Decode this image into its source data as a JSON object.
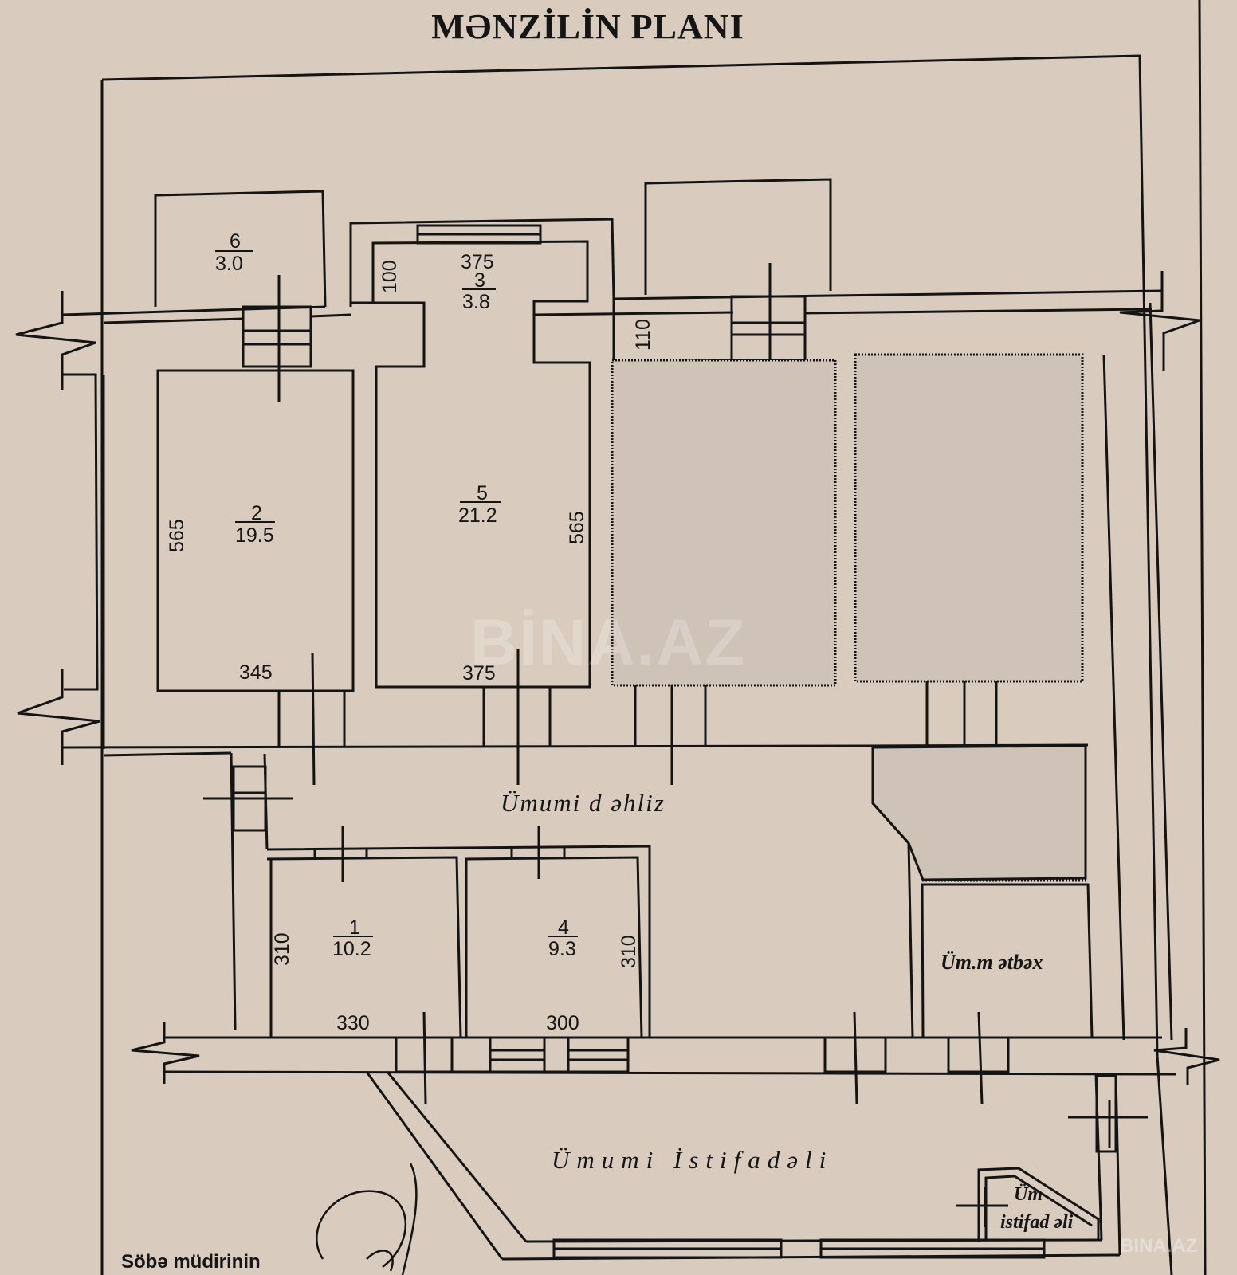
{
  "title": "MƏNZİLİN PLANI",
  "rooms": [
    {
      "number": "6",
      "area": "3.0"
    },
    {
      "number": "3",
      "area": "3.8"
    },
    {
      "number": "2",
      "area": "19.5"
    },
    {
      "number": "5",
      "area": "21.2"
    },
    {
      "number": "1",
      "area": "10.2"
    },
    {
      "number": "4",
      "area": "9.3"
    }
  ],
  "dimensions": {
    "room3_width": "375",
    "room3_depth": "100",
    "passage": "110",
    "room2_height": "565",
    "room5_height": "565",
    "room2_width": "345",
    "room5_width": "375",
    "room1_height": "310",
    "room4_height": "310",
    "room1_width": "330",
    "room4_width": "300"
  },
  "labels": {
    "corridor": "Ümumi d əhliz",
    "kitchen": "Üm.m ətbəx",
    "common_use": "Ümumi İstifadəli",
    "common_small_1": "Üm",
    "common_small_2": "istifad əli"
  },
  "footer": "Söbə müdirinin",
  "watermark": "BİNA.AZ",
  "watermark_small": "BINA.AZ"
}
